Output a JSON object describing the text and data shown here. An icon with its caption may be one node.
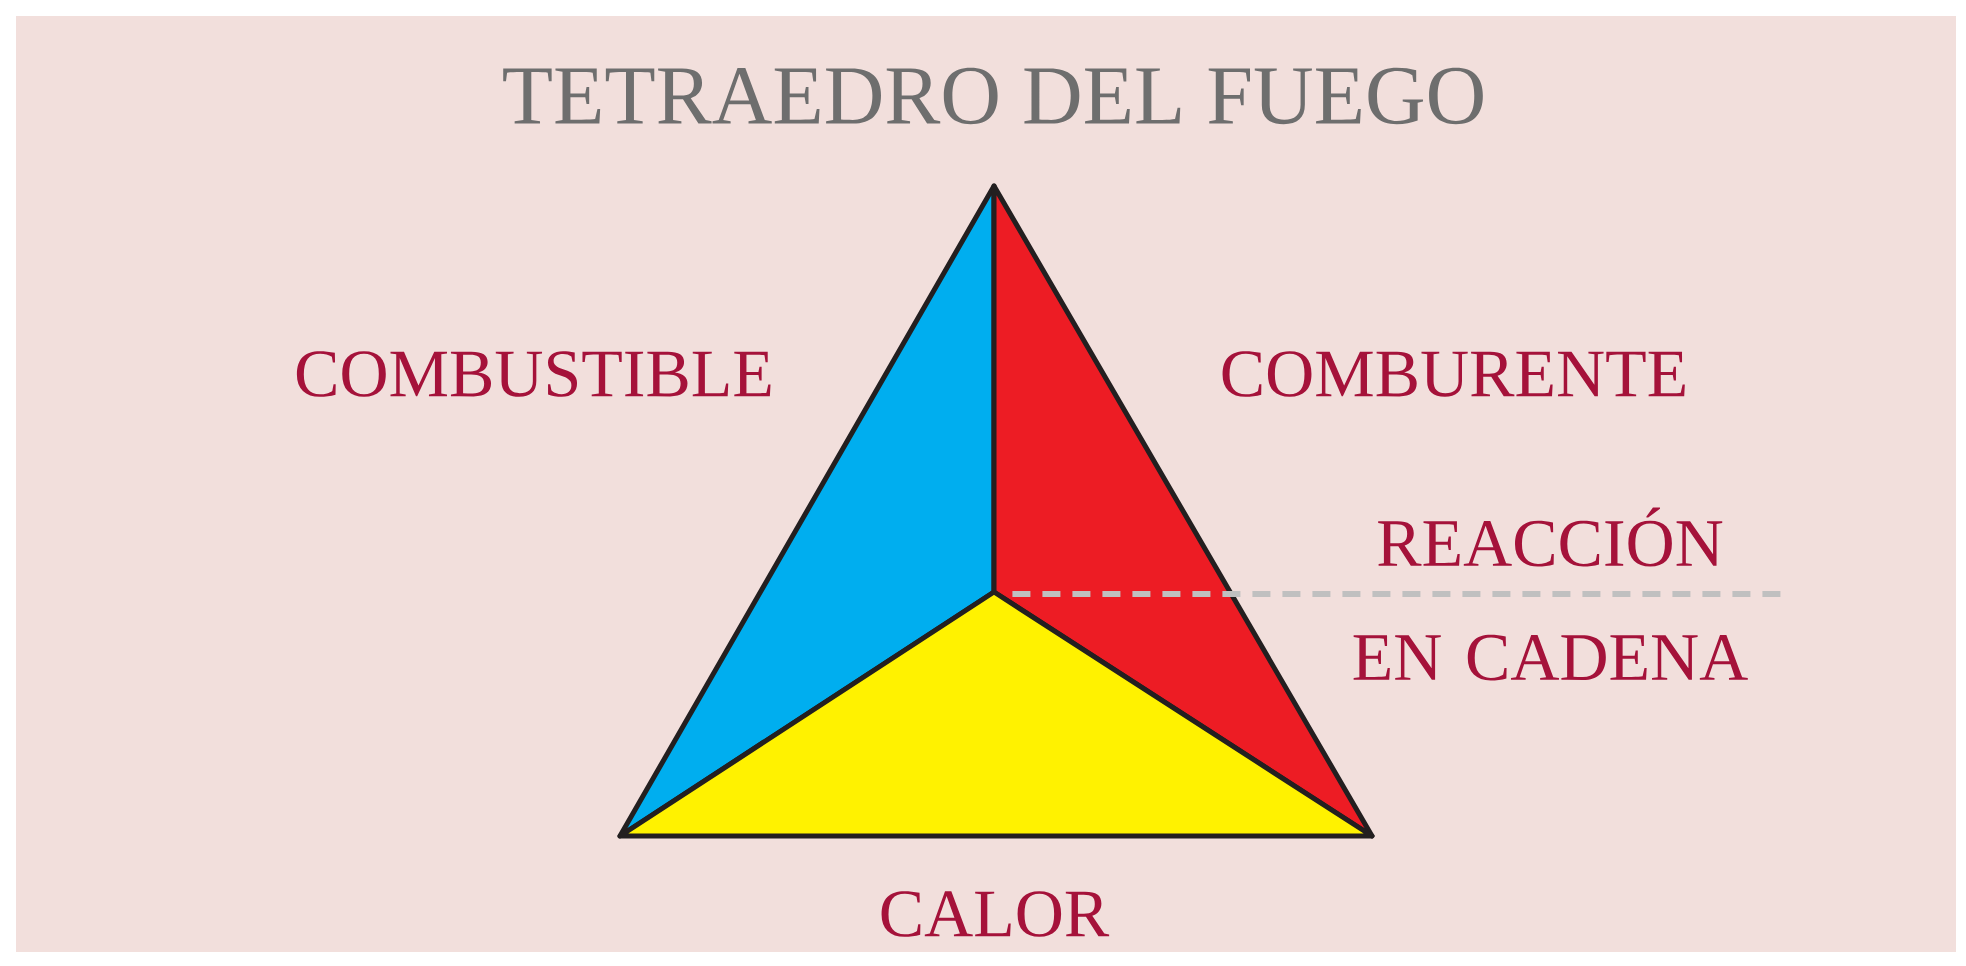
{
  "diagram": {
    "title": "TETRAEDRO DEL FUEGO",
    "nodes": [
      {
        "text": [],
        "shape": "triangle",
        "beside": [
          "COMBUSTIBLE"
        ]
      },
      {
        "text": [],
        "shape": "triangle",
        "beside": [
          "COMBURENTE"
        ]
      },
      {
        "text": [],
        "shape": "triangle",
        "beside": [
          "CALOR"
        ]
      },
      {
        "text": [
          "REACCIÓN EN CADENA"
        ]
      }
    ],
    "edges": [
      {
        "from": 3,
        "to": 1,
        "arrow": "none",
        "style": "dashed",
        "color": "#c0c0c0"
      }
    ]
  }
}
